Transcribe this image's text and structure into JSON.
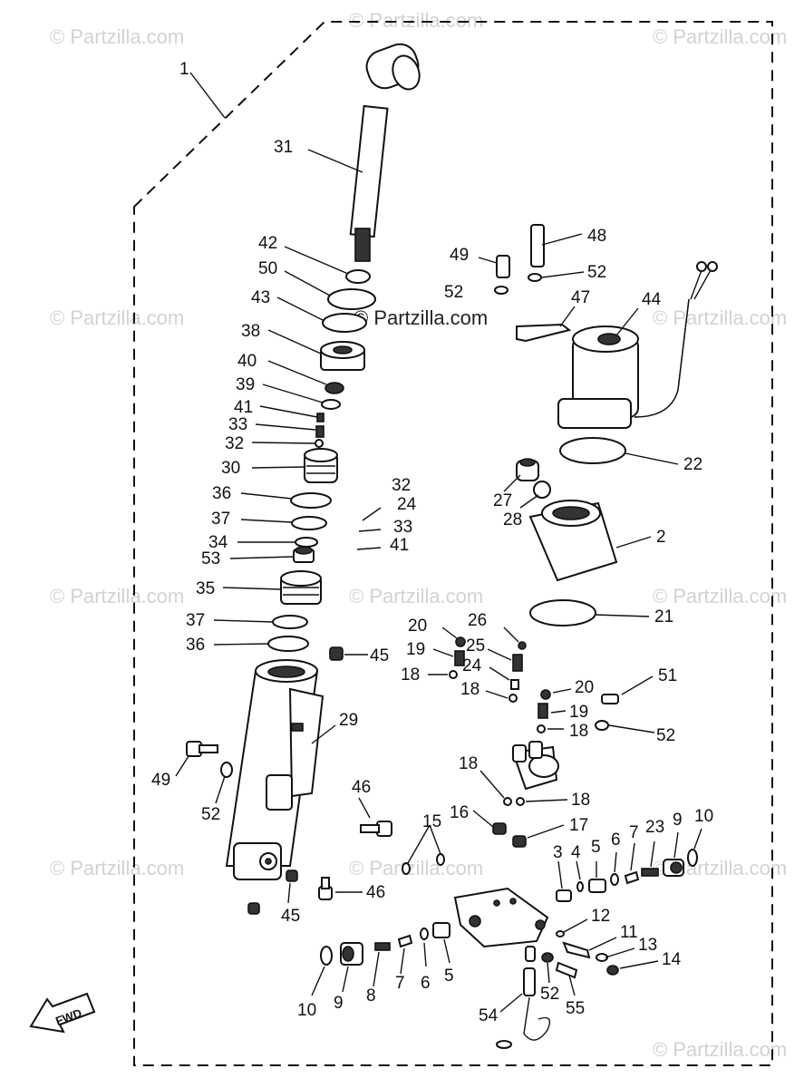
{
  "watermarks": [
    "© Partzilla.com",
    "© Partzilla.com",
    "© Partzilla.com",
    "© Partzilla.com",
    "© Partzilla.com",
    "© Partzilla.com",
    "© Partzilla.com",
    "© Partzilla.com",
    "© Partzilla.com",
    "© Partzilla.com",
    "© Partzilla.com",
    "© Partzilla.com"
  ],
  "center_watermark": "© Partzilla.com",
  "fwd_label": "FWD",
  "callouts": [
    "1",
    "31",
    "42",
    "50",
    "43",
    "38",
    "40",
    "39",
    "41",
    "33",
    "32",
    "30",
    "36",
    "37",
    "34",
    "53",
    "35",
    "37",
    "36",
    "49",
    "52",
    "48",
    "52",
    "47",
    "44",
    "22",
    "27",
    "28",
    "2",
    "21",
    "32",
    "24",
    "33",
    "41",
    "45",
    "29",
    "20",
    "26",
    "19",
    "25",
    "18",
    "24",
    "18",
    "20",
    "51",
    "19",
    "18",
    "52",
    "18",
    "18",
    "16",
    "17",
    "46",
    "15",
    "49",
    "52",
    "46",
    "45",
    "3",
    "4",
    "5",
    "6",
    "7",
    "23",
    "9",
    "10",
    "12",
    "11",
    "13",
    "14",
    "10",
    "9",
    "8",
    "7",
    "6",
    "5",
    "54",
    "52",
    "55"
  ]
}
